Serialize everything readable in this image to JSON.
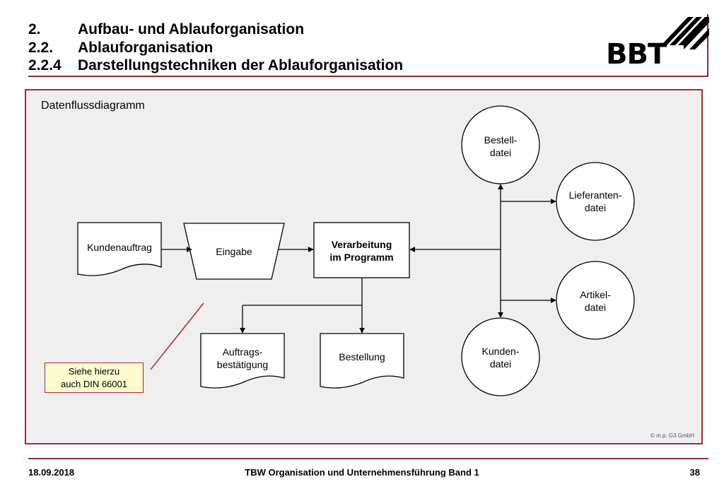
{
  "header": {
    "lines": [
      {
        "num": "2.",
        "text": "Aufbau- und Ablauforganisation"
      },
      {
        "num": "2.2.",
        "text": "Ablauforganisation"
      },
      {
        "num": "2.2.4",
        "text": "Darstellungstechniken der Ablauforganisation"
      }
    ],
    "logo_text": "BBT"
  },
  "diagram": {
    "title": "Datenflussdiagramm",
    "kundenauftrag": "Kundenauftrag",
    "eingabe": "Eingabe",
    "verarbeitung": [
      "Verarbeitung",
      "im Programm"
    ],
    "auftragsbestaetigung": [
      "Auftrags-",
      "bestätigung"
    ],
    "bestellung": "Bestellung",
    "bestelldatei": [
      "Bestell-",
      "datei"
    ],
    "lieferantendatei": [
      "Lieferanten-",
      "datei"
    ],
    "artikeldatei": [
      "Artikel-",
      "datei"
    ],
    "kundendatei": [
      "Kunden-",
      "datei"
    ],
    "note": [
      "Siehe hierzu",
      "auch DIN 66001"
    ],
    "copyright": "© m.p. G3 GmbH"
  },
  "footer": {
    "date": "18.09.2018",
    "title": "TBW Organisation und Unternehmensführung Band 1",
    "page": "38"
  },
  "colors": {
    "accent": "#a52a3a",
    "note_bg": "#fffbd0",
    "panel_bg": "#efefef"
  }
}
